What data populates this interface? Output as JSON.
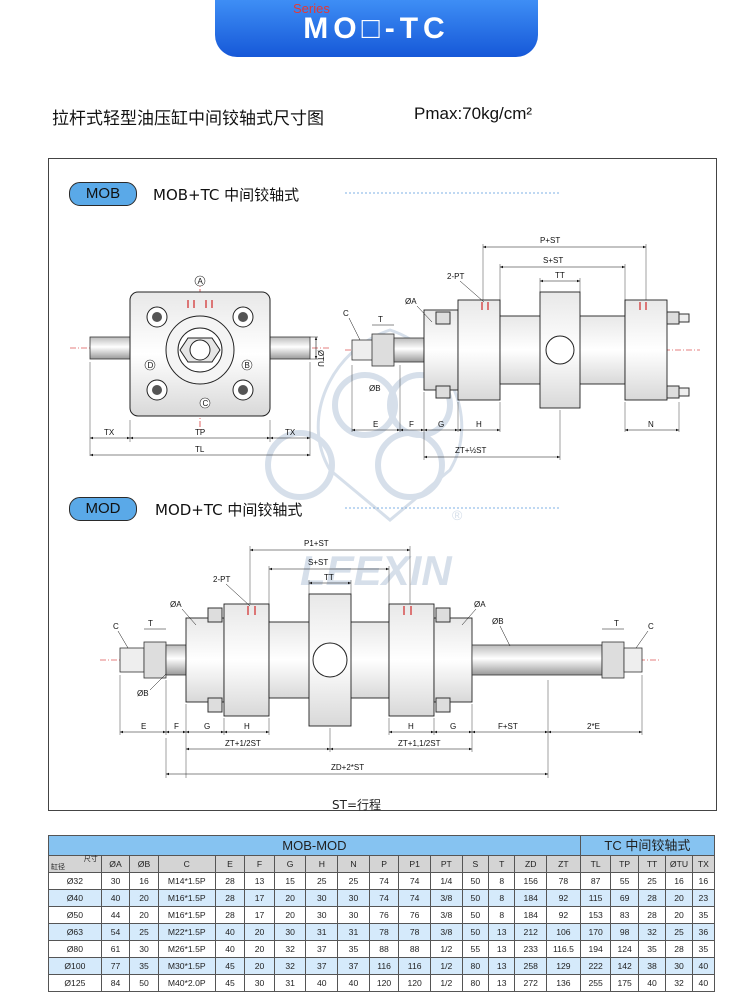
{
  "banner": {
    "series_label": "Series",
    "model": "MO□-TC"
  },
  "heading": {
    "title": "拉杆式轻型油压缸中间铰轴式尺寸图",
    "pmax": "Pmax:70kg/cm²"
  },
  "sections": {
    "mob": {
      "badge": "MOB",
      "title": "MOB+TC  中间铰轴式"
    },
    "mod": {
      "badge": "MOD",
      "title": "MOD+TC  中间铰轴式"
    }
  },
  "stroke_note": "ST=行程",
  "watermark": {
    "text": "LEEXIN",
    "registered": "®"
  },
  "labels": {
    "A": "A",
    "B": "B",
    "C": "C",
    "D": "D",
    "phiTU": "ØTU",
    "TX": "TX",
    "TP": "TP",
    "TL": "TL",
    "C_dim": "C",
    "T": "T",
    "phiA": "ØA",
    "phiB": "ØB",
    "twoPT": "2-PT",
    "PST": "P+ST",
    "SST": "S+ST",
    "TT": "TT",
    "E": "E",
    "F": "F",
    "G": "G",
    "H": "H",
    "N": "N",
    "ZThalf": "ZT+½ST",
    "P1ST": "P1+ST",
    "FST": "F+ST",
    "twoE": "2*E",
    "ZT12": "ZT+1/2ST",
    "ZT112": "ZT+1,1/2ST",
    "ZD2ST": "ZD+2*ST"
  },
  "table": {
    "group_left": "MOB-MOD",
    "group_right": "TC 中间铰轴式",
    "corner_bore": "缸径",
    "corner_dims": "尺寸",
    "columns": [
      "ØA",
      "ØB",
      "C",
      "E",
      "F",
      "G",
      "H",
      "N",
      "P",
      "P1",
      "PT",
      "S",
      "T",
      "ZD",
      "ZT",
      "TL",
      "TP",
      "TT",
      "ØTU",
      "TX"
    ],
    "rows": [
      [
        "Ø32",
        "30",
        "16",
        "M14*1.5P",
        "28",
        "13",
        "15",
        "25",
        "25",
        "74",
        "74",
        "1/4",
        "50",
        "8",
        "156",
        "78",
        "87",
        "55",
        "25",
        "16",
        "16"
      ],
      [
        "Ø40",
        "40",
        "20",
        "M16*1.5P",
        "28",
        "17",
        "20",
        "30",
        "30",
        "74",
        "74",
        "3/8",
        "50",
        "8",
        "184",
        "92",
        "115",
        "69",
        "28",
        "20",
        "23"
      ],
      [
        "Ø50",
        "44",
        "20",
        "M16*1.5P",
        "28",
        "17",
        "20",
        "30",
        "30",
        "76",
        "76",
        "3/8",
        "50",
        "8",
        "184",
        "92",
        "153",
        "83",
        "28",
        "20",
        "35"
      ],
      [
        "Ø63",
        "54",
        "25",
        "M22*1.5P",
        "40",
        "20",
        "30",
        "31",
        "31",
        "78",
        "78",
        "3/8",
        "50",
        "13",
        "212",
        "106",
        "170",
        "98",
        "32",
        "25",
        "36"
      ],
      [
        "Ø80",
        "61",
        "30",
        "M26*1.5P",
        "40",
        "20",
        "32",
        "37",
        "35",
        "88",
        "88",
        "1/2",
        "55",
        "13",
        "233",
        "116.5",
        "194",
        "124",
        "35",
        "28",
        "35"
      ],
      [
        "Ø100",
        "77",
        "35",
        "M30*1.5P",
        "45",
        "20",
        "32",
        "37",
        "37",
        "116",
        "116",
        "1/2",
        "80",
        "13",
        "258",
        "129",
        "222",
        "142",
        "38",
        "30",
        "40"
      ],
      [
        "Ø125",
        "84",
        "50",
        "M40*2.0P",
        "45",
        "30",
        "31",
        "40",
        "40",
        "120",
        "120",
        "1/2",
        "80",
        "13",
        "272",
        "136",
        "255",
        "175",
        "40",
        "32",
        "40"
      ]
    ]
  }
}
